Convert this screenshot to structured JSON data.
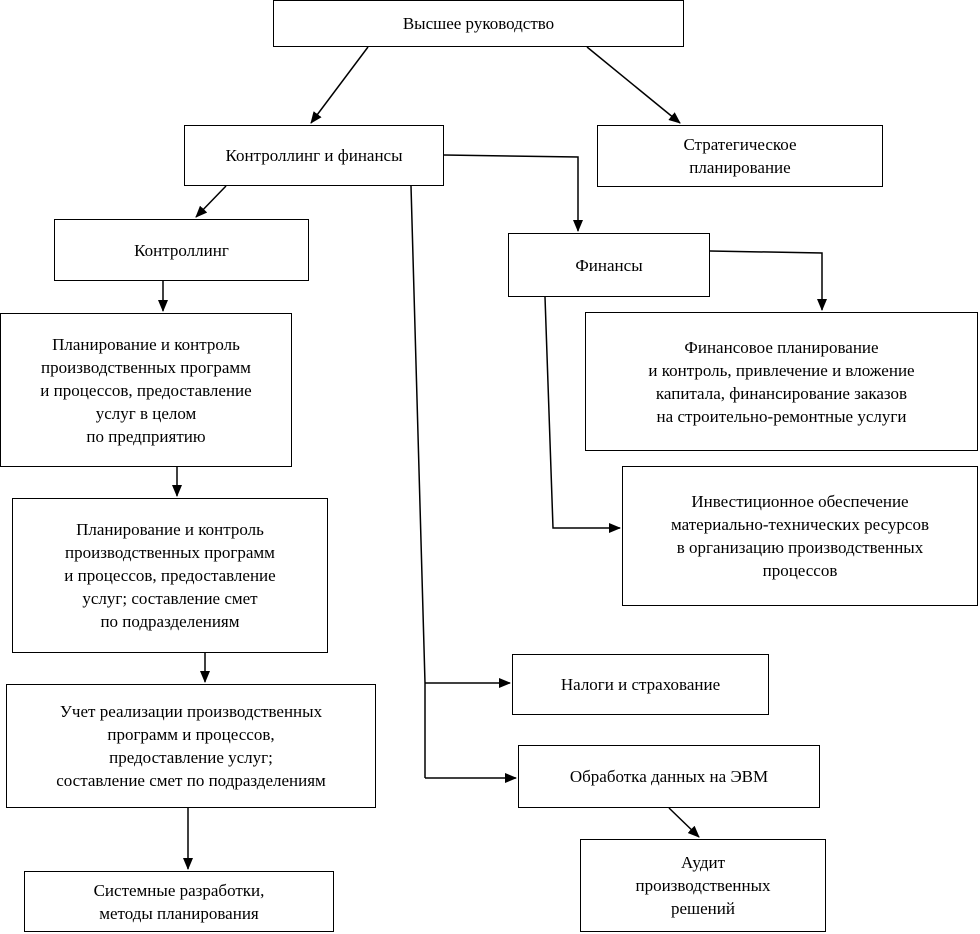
{
  "diagram": {
    "nodes": {
      "top_management": "Высшее руководство",
      "controlling_finance": "Контроллинг и финансы",
      "strategic_planning": "Стратегическое\nпланирование",
      "controlling": "Контроллинг",
      "finance": "Финансы",
      "plan_enterprise": "Планирование и контроль\nпроизводственных программ\nи процессов, предоставление\nуслуг в целом\nпо предприятию",
      "financial_planning": "Финансовое планирование\nи контроль, привлечение и вложение\nкапитала, финансирование заказов\nна строительно-ремонтные услуги",
      "investment_support": "Инвестиционное обеспечение\nматериально-технических ресурсов\nв организацию производственных\nпроцессов",
      "plan_divisions": "Планирование и контроль\nпроизводственных программ\nи процессов, предоставление\nуслуг; составление смет\nпо подразделениям",
      "taxes_insurance": "Налоги и страхование",
      "accounting": "Учет реализации производственных\nпрограмм и процессов,\nпредоставление услуг;\nсоставление смет по подразделениям",
      "data_processing": "Обработка данных на ЭВМ",
      "system_development": "Системные разработки,\nметоды планирования",
      "audit": "Аудит\nпроизводственных\nрешений"
    }
  },
  "colors": {
    "stroke": "#000000",
    "background": "#ffffff"
  }
}
